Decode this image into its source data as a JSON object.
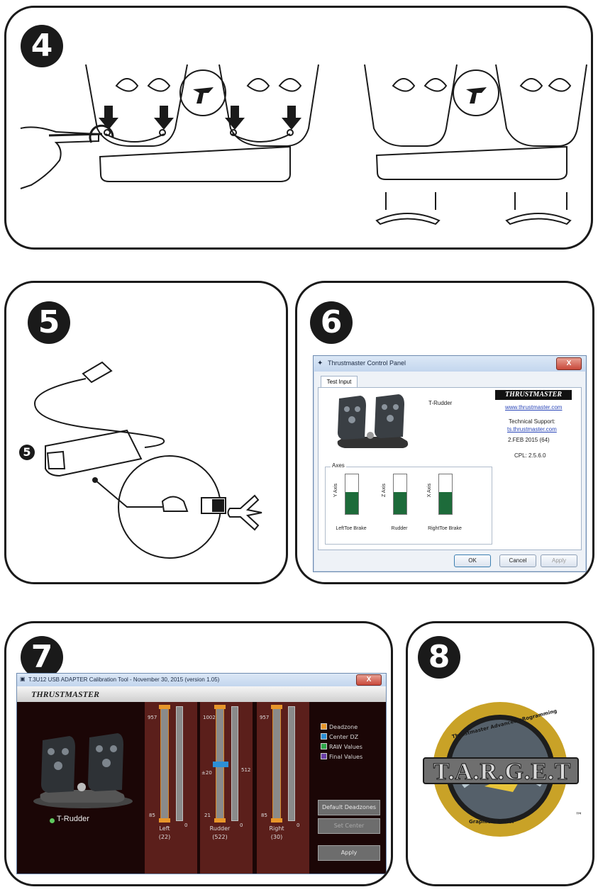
{
  "steps": {
    "s4": "4",
    "s5": "5",
    "s5_small": "5",
    "s6": "6",
    "s7": "7",
    "s8": "8"
  },
  "control_panel": {
    "title": "Thrustmaster Control Panel",
    "close": "X",
    "tab": "Test Input",
    "device": "T-Rudder",
    "brand": "THRUSTMASTER",
    "website": "www.thrustmaster.com",
    "support_label": "Technical Support:",
    "support_link": "ts.thrustmaster.com",
    "date": "2.FEB 2015 (64)",
    "cpl": "CPL: 2.5.6.0",
    "axes_label": "Axes",
    "axes": [
      {
        "axis": "Y Axis",
        "name": "LeftToe Brake",
        "level": 0.55
      },
      {
        "axis": "Z Axis",
        "name": "Rudder",
        "level": 0.55
      },
      {
        "axis": "X Axis",
        "name": "RightToe Brake",
        "level": 0.55
      }
    ],
    "ok": "OK",
    "cancel": "Cancel",
    "apply": "Apply"
  },
  "calibration": {
    "title": "T.3U12 USB ADAPTER Calibration Tool - November 30, 2015 (version 1.05)",
    "close": "X",
    "brand": "THRUSTMASTER",
    "device": "T-Rudder",
    "columns": [
      {
        "name": "Left",
        "value": "(22)",
        "top": "957",
        "bottom": "85"
      },
      {
        "name": "Rudder",
        "value": "(522)",
        "top": "1002",
        "bottom": "21",
        "center": "±20",
        "center_right": "512"
      },
      {
        "name": "Right",
        "value": "(30)",
        "top": "957",
        "bottom": "85"
      }
    ],
    "zero": "0",
    "legend": [
      {
        "label": "Deadzone",
        "color": "#e8962a"
      },
      {
        "label": "Center DZ",
        "color": "#2d8fd6"
      },
      {
        "label": "RAW Values",
        "color": "#2fa84a"
      },
      {
        "label": "Final Values",
        "color": "#6b3fa8"
      }
    ],
    "default_deadzones": "Default Deadzones",
    "set_center": "Set Center",
    "apply": "Apply"
  },
  "target": {
    "top_text": "Thrustmaster Advanced pRogramming",
    "main": "T.A.R.G.E.T",
    "bottom_text": "Graphical EdiTor",
    "tm": "™"
  }
}
